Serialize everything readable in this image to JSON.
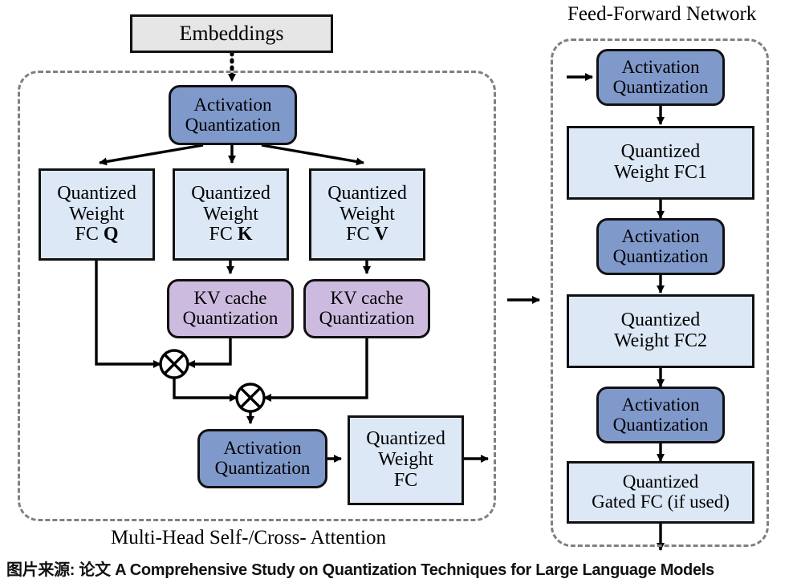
{
  "diagram": {
    "title_right_panel": "Feed-Forward Network",
    "title_left_panel": "Multi-Head Self-/Cross- Attention",
    "source_caption": "图片来源: 论文 A Comprehensive Study on Quantization Techniques for Large Language Models"
  },
  "colors": {
    "activation_fill": "#8099cb",
    "weight_fill": "#dce8f5",
    "kvcache_fill": "#cdbbdf",
    "embeddings_fill": "#e6e6e6",
    "border": "#111111",
    "panel_border": "#808080"
  },
  "attention": {
    "embeddings": "Embeddings",
    "activation_top": "Activation\nQuantization",
    "fc_q": "Quantized\nWeight\nFC Q",
    "fc_k": "Quantized\nWeight\nFC K",
    "fc_v": "Quantized\nWeight\nFC V",
    "kv_cache_k": "KV cache\nQuantization",
    "kv_cache_v": "KV cache\nQuantization",
    "activation_out": "Activation\nQuantization",
    "weight_fc_out": "Quantized\nWeight\nFC",
    "matmul_1": "⊗",
    "matmul_2": "⊗"
  },
  "ffn": {
    "activation_1": "Activation\nQuantization",
    "weight_fc1": "Quantized\nWeight FC1",
    "activation_2": "Activation\nQuantization",
    "weight_fc2": "Quantized\nWeight FC2",
    "activation_3": "Activation\nQuantization",
    "gated_fc": "Quantized\nGated FC (if used)"
  }
}
